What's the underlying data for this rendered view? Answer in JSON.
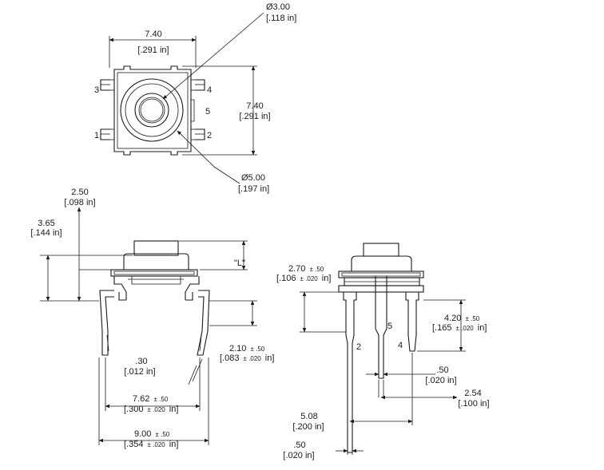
{
  "top_view": {
    "width_mm": "7.40",
    "width_in": "[.291 in]",
    "height_mm": "7.40",
    "height_in": "[.291 in]",
    "actuator_dia_mm": "Ø3.00",
    "actuator_dia_in": "[.118 in]",
    "ring_dia_mm": "Ø5.00",
    "ring_dia_in": "[.197 in]",
    "pins": {
      "p1": "1",
      "p2": "2",
      "p3": "3",
      "p4": "4",
      "p5": "5"
    }
  },
  "front_view": {
    "dim_250_mm": "2.50",
    "dim_250_in": "[.098 in]",
    "dim_365_mm": "3.65",
    "dim_365_in": "[.144 in]",
    "dim_L": "\"L\"",
    "dim_210_mm": "2.10",
    "dim_210_tol": "± .50",
    "dim_210_in": "[.083",
    "dim_210_in_tol": "± .020",
    "dim_210_in_end": "in]",
    "dim_030_mm": ".30",
    "dim_030_in": "[.012 in]",
    "dim_762_mm": "7.62",
    "dim_762_tol": "± .50",
    "dim_762_in": "[.300",
    "dim_762_in_tol": "± .020",
    "dim_762_in_end": "in]",
    "dim_900_mm": "9.00",
    "dim_900_tol": "± .50",
    "dim_900_in": "[.354",
    "dim_900_in_tol": "± .020",
    "dim_900_in_end": "in]"
  },
  "side_view": {
    "dim_270_mm": "2.70",
    "dim_270_tol": "± .50",
    "dim_270_in": "[.106",
    "dim_270_in_tol": "± .020",
    "dim_270_in_end": "in]",
    "dim_420_mm": "4.20",
    "dim_420_tol": "± .50",
    "dim_420_in": "[.165",
    "dim_420_in_tol": "± .020",
    "dim_420_in_end": "in]",
    "dim_050a_mm": ".50",
    "dim_050a_in": "[.020 in]",
    "dim_254_mm": "2.54",
    "dim_254_in": "[.100 in]",
    "dim_508_mm": "5.08",
    "dim_508_in": "[.200 in]",
    "dim_050b_mm": ".50",
    "dim_050b_in": "[.020 in]",
    "pins": {
      "p2": "2",
      "p4": "4",
      "p5": "5"
    }
  }
}
